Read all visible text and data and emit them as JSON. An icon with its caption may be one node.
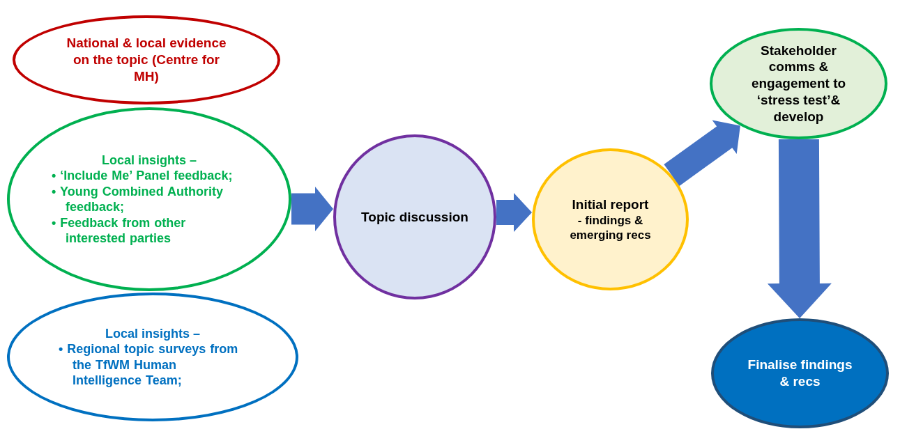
{
  "diagram": {
    "nodes": [
      {
        "text": [
          "National & local evidence on the topic (Centre for MH)"
        ]
      },
      {
        "text": [
          "Local insights –",
          "• ‘Include Me’ Panel feedback;",
          "• Young Combined Authority feedback;",
          "• Feedback from other interested parties"
        ]
      },
      {
        "text": [
          "Local insights –",
          "• Regional topic surveys from the TfWM Human Intelligence Team;"
        ]
      },
      {
        "text": [
          "Topic discussion"
        ]
      },
      {
        "text": [
          "Initial report",
          "- findings & emerging recs"
        ]
      },
      {
        "text": [
          "Stakeholder comms & engagement to ‘stress test’& develop"
        ]
      },
      {
        "text": [
          "Finalise findings & recs"
        ]
      }
    ],
    "edges": [
      {
        "from": 1,
        "to": 3,
        "arrow": "to"
      },
      {
        "from": 3,
        "to": 4,
        "arrow": "to"
      },
      {
        "from": 4,
        "to": 5,
        "arrow": "to"
      },
      {
        "from": 5,
        "to": 6,
        "arrow": "to"
      }
    ]
  }
}
